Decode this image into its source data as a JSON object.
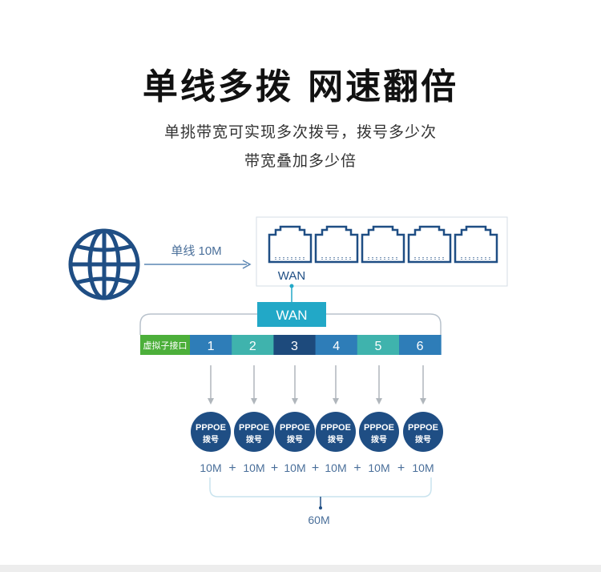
{
  "header": {
    "title": "单线多拨 网速翻倍",
    "subtitle_line1": "单挑带宽可实现多次拨号，拨号多少次",
    "subtitle_line2": "带宽叠加多少倍"
  },
  "diagram": {
    "line_label": "单线 10M",
    "router_port_label": "WAN",
    "wan_box_label": "WAN",
    "virtual_label": "虚拟子接口",
    "sub_interfaces": [
      {
        "num": "1",
        "color": "#2e7db8"
      },
      {
        "num": "2",
        "color": "#3fb3ad"
      },
      {
        "num": "3",
        "color": "#1d4a7c"
      },
      {
        "num": "4",
        "color": "#2e7db8"
      },
      {
        "num": "5",
        "color": "#3fb3ad"
      },
      {
        "num": "6",
        "color": "#2e7db8"
      }
    ],
    "pppoe_line1": "PPPOE",
    "pppoe_line2": "拨号",
    "bandwidth_each": "10M",
    "plus": "+",
    "total": "60M"
  },
  "colors": {
    "navy": "#1f4e84",
    "teal": "#22a8c7",
    "green": "#4caf3a"
  }
}
